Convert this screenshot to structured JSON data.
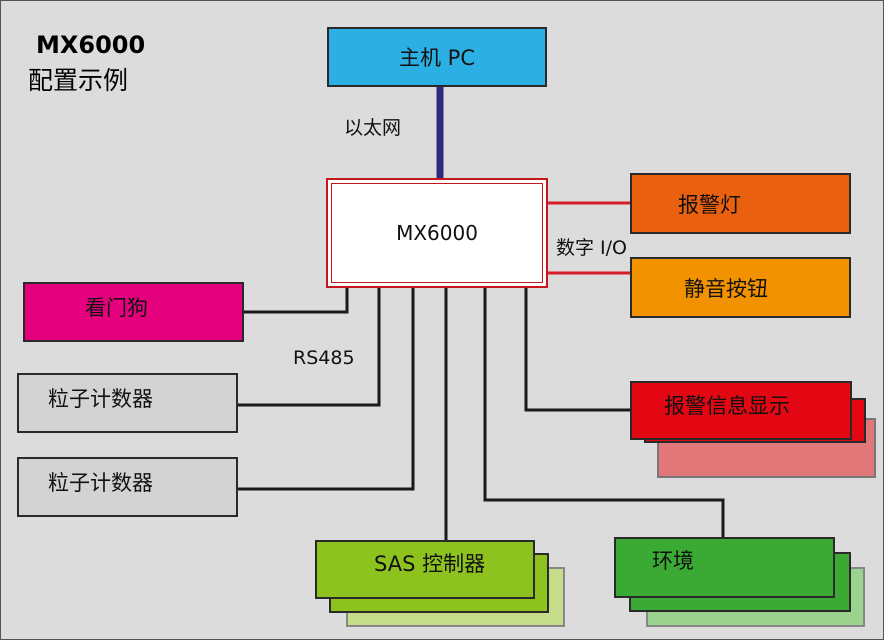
{
  "title": {
    "main": "MX6000",
    "sub": "配置示例"
  },
  "nodes": {
    "host_pc": "主机 PC",
    "controller": "MX6000",
    "alarm_light": "报警灯",
    "mute_button": "静音按钮",
    "watchdog": "看门狗",
    "particle_counter_1": "粒子计数器",
    "particle_counter_2": "粒子计数器",
    "alarm_display": "报警信息显示",
    "sas_controller": "SAS 控制器",
    "environment": "环境"
  },
  "edge_labels": {
    "ethernet": "以太网",
    "digital_io": "数字 I/O",
    "rs485": "RS485"
  },
  "colors": {
    "background": "#dcdcdc",
    "host_pc": "#2cb0e4",
    "alarm_light": "#e9600f",
    "mute_button": "#f39200",
    "watchdog": "#e5007e",
    "particle_counter": "#d3d3d3",
    "alarm_display": "#e30613",
    "sas_controller": "#8dc21f",
    "environment": "#3aaa35",
    "ethernet_line": "#2d2b7f",
    "io_line": "#d81e2a"
  }
}
